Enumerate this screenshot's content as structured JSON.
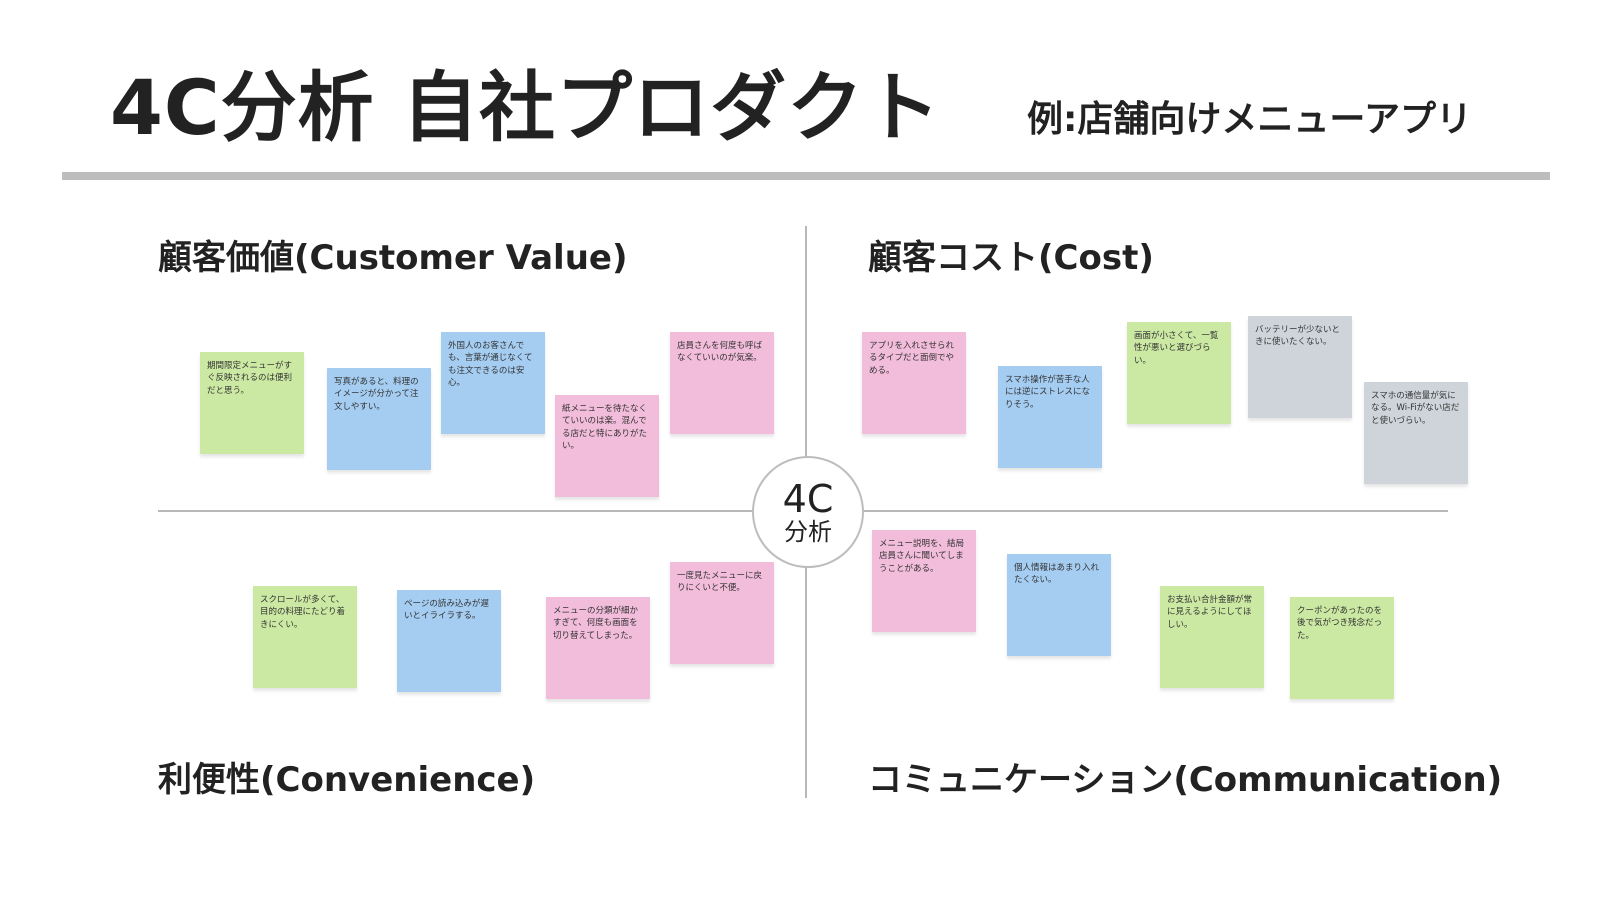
{
  "header": {
    "title": "4C分析 自社プロダクト",
    "subtitle": "例:店舗向けメニューアプリ"
  },
  "center": {
    "main": "4C",
    "sub": "分析"
  },
  "quadrants": {
    "value": {
      "label": "顧客価値(Customer Value)"
    },
    "cost": {
      "label": "顧客コスト(Cost)"
    },
    "convenience": {
      "label": "利便性(Convenience)"
    },
    "communication": {
      "label": "コミュニケーション(Communication)"
    }
  },
  "notes": {
    "value": [
      {
        "text": "期間限定メニューがすぐ反映されるのは便利だと思う。",
        "color": "green"
      },
      {
        "text": "写真があると、料理のイメージが分かって注文しやすい。",
        "color": "blue"
      },
      {
        "text": "外国人のお客さんでも、言葉が通じなくても注文できるのは安心。",
        "color": "blue"
      },
      {
        "text": "紙メニューを待たなくていいのは楽。混んでる店だと特にありがたい。",
        "color": "pink"
      },
      {
        "text": "店員さんを何度も呼ばなくていいのが気楽。",
        "color": "pink"
      }
    ],
    "cost": [
      {
        "text": "アプリを入れさせられるタイプだと面倒でやめる。",
        "color": "pink"
      },
      {
        "text": "スマホ操作が苦手な人には逆にストレスになりそう。",
        "color": "blue"
      },
      {
        "text": "画面が小さくて、一覧性が悪いと選びづらい。",
        "color": "green"
      },
      {
        "text": "バッテリーが少ないときに使いたくない。",
        "color": "gray"
      },
      {
        "text": "スマホの通信量が気になる。Wi-Fiがない店だと使いづらい。",
        "color": "gray"
      }
    ],
    "convenience": [
      {
        "text": "スクロールが多くて、目的の料理にたどり着きにくい。",
        "color": "green"
      },
      {
        "text": "ページの読み込みが遅いとイライラする。",
        "color": "blue"
      },
      {
        "text": "メニューの分類が細かすぎて、何度も画面を切り替えてしまった。",
        "color": "pink"
      },
      {
        "text": "一度見たメニューに戻りにくいと不便。",
        "color": "pink"
      }
    ],
    "communication": [
      {
        "text": "メニュー説明を、結局店員さんに聞いてしまうことがある。",
        "color": "pink"
      },
      {
        "text": "個人情報はあまり入れたくない。",
        "color": "blue"
      },
      {
        "text": "お支払い合計金額が常に見えるようにしてほしい。",
        "color": "green"
      },
      {
        "text": "クーポンがあったのを後で気がつき残念だった。",
        "color": "green"
      }
    ]
  },
  "colors": {
    "green": "#cce9a3",
    "blue": "#a5cdf2",
    "pink": "#f2bcdb",
    "gray": "#cfd4da",
    "rule": "#bdbdbd"
  }
}
